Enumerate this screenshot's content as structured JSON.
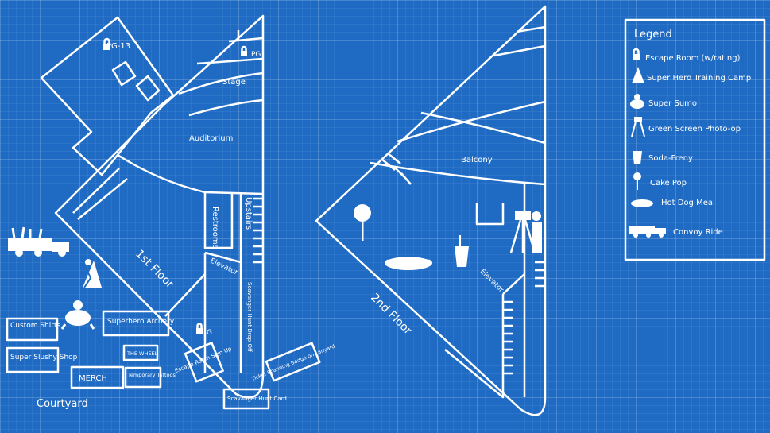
{
  "rooms": {
    "pg13": "PG-13",
    "pg": "PG",
    "stage": "Stage",
    "auditorium": "Auditorium",
    "restrooms": "Restrooms",
    "upstairs": "Upstairs",
    "elevator_1": "Elevator",
    "scavenger_drop": "Scavanger Hunt Drop Off",
    "first_floor": "1st Floor",
    "g": "G",
    "escape_signup": "Escape Room Sign Up",
    "ticket_scanning": "Ticket Scanning Badge on Lanyard",
    "scavenger_card": "Scavanger Hunt Card",
    "balcony": "Balcony",
    "second_floor": "2nd Floor",
    "elevator_2": "Elevator"
  },
  "courtyard": {
    "title": "Courtyard",
    "custom_shirts": "Custom Shirts",
    "super_slushy": "Super Slushy Shop",
    "superhero_archery": "Superhero Archery",
    "the_wheel": "THE WHEEL",
    "merch": "MERCH",
    "temporary_tattoos": "Temporary Tattoos"
  },
  "legend": {
    "title": "Legend",
    "items": [
      {
        "icon": "lock-icon",
        "label": "Escape Room (w/rating)"
      },
      {
        "icon": "climber-icon",
        "label": "Super Hero Training Camp"
      },
      {
        "icon": "sumo-icon",
        "label": "Super Sumo"
      },
      {
        "icon": "camera-tripod-icon",
        "label": "Green Screen Photo-op"
      },
      {
        "icon": "soda-icon",
        "label": "Soda-Freny"
      },
      {
        "icon": "cake-pop-icon",
        "label": "Cake Pop"
      },
      {
        "icon": "hot-dog-icon",
        "label": "Hot Dog Meal"
      },
      {
        "icon": "convoy-truck-icon",
        "label": "Convoy Ride"
      }
    ]
  },
  "colors": {
    "background": "#1f6bc4",
    "lines": "#ffffff"
  }
}
